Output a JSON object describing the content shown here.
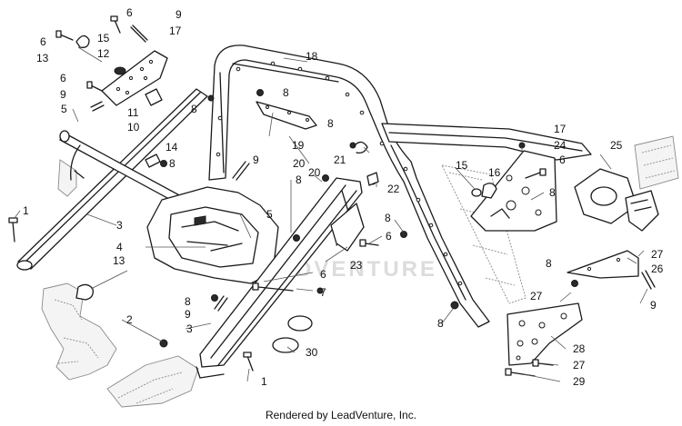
{
  "credit": "Rendered by LeadVenture, Inc.",
  "watermark": "LEADVENTURE",
  "callouts": [
    "1",
    "1",
    "2",
    "3",
    "3",
    "4",
    "5",
    "5",
    "6",
    "6",
    "6",
    "6",
    "6",
    "6",
    "7",
    "8",
    "8",
    "8",
    "8",
    "8",
    "8",
    "8",
    "8",
    "8",
    "8",
    "9",
    "9",
    "9",
    "9",
    "9",
    "10",
    "11",
    "12",
    "13",
    "13",
    "14",
    "15",
    "15",
    "16",
    "17",
    "17",
    "18",
    "19",
    "20",
    "20",
    "21",
    "22",
    "23",
    "24",
    "25",
    "26",
    "27",
    "27",
    "27",
    "28",
    "29",
    "30"
  ]
}
